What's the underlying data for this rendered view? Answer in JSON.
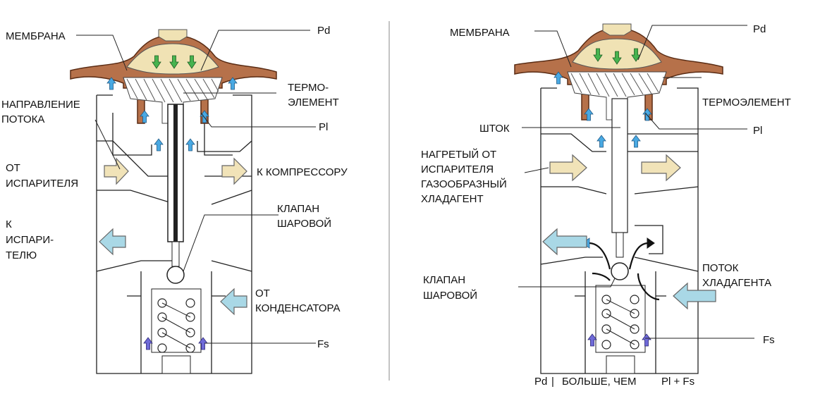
{
  "left": {
    "membrane": "МЕМБРАНА",
    "pd": "Pd",
    "flow_dir_1": "НАПРАВЛЕНИЕ",
    "flow_dir_2": "ПОТОКА",
    "thermo_1": "ТЕРМО-",
    "thermo_2": "ЭЛЕМЕНТ",
    "pl": "Pl",
    "from_evap_1": "ОТ",
    "from_evap_2": "ИСПАРИТЕЛЯ",
    "to_comp": "К КОМПРЕССОРУ",
    "to_evap_1": "К",
    "to_evap_2": "ИСПАРИ-",
    "to_evap_3": "ТЕЛЮ",
    "ball_1": "КЛАПАН",
    "ball_2": "ШАРОВОЙ",
    "from_cond_1": "ОТ",
    "from_cond_2": "КОНДЕНСАТОРА",
    "fs": "Fs"
  },
  "right": {
    "membrane": "МЕМБРАНА",
    "pd": "Pd",
    "thermo": "ТЕРМОЭЛЕМЕНТ",
    "stem": "ШТОК",
    "pl": "Pl",
    "heated_1": "НАГРЕТЫЙ ОТ",
    "heated_2": "ИСПАРИТЕЛЯ",
    "heated_3": "ГАЗООБРАЗНЫЙ",
    "heated_4": "ХЛАДАГЕНТ",
    "ball_1": "КЛАПАН",
    "ball_2": "ШАРОВОЙ",
    "flow_1": "ПОТОК",
    "flow_2": "ХЛАДАГЕНТА",
    "fs": "Fs",
    "formula_pd": "Pd",
    "formula_sep": "|",
    "formula_mid": "БОЛЬШЕ, ЧЕМ",
    "formula_rhs": "Pl + Fs"
  },
  "colors": {
    "membrane": "#b6714a",
    "element": "#f0e2b4",
    "flow_in": "#f1e3b8",
    "flow_out": "#a9d8e6",
    "arrow_up": "#49a9e3",
    "arrow_spring": "#6f6ad8",
    "arrow_down": "#47b34f"
  }
}
